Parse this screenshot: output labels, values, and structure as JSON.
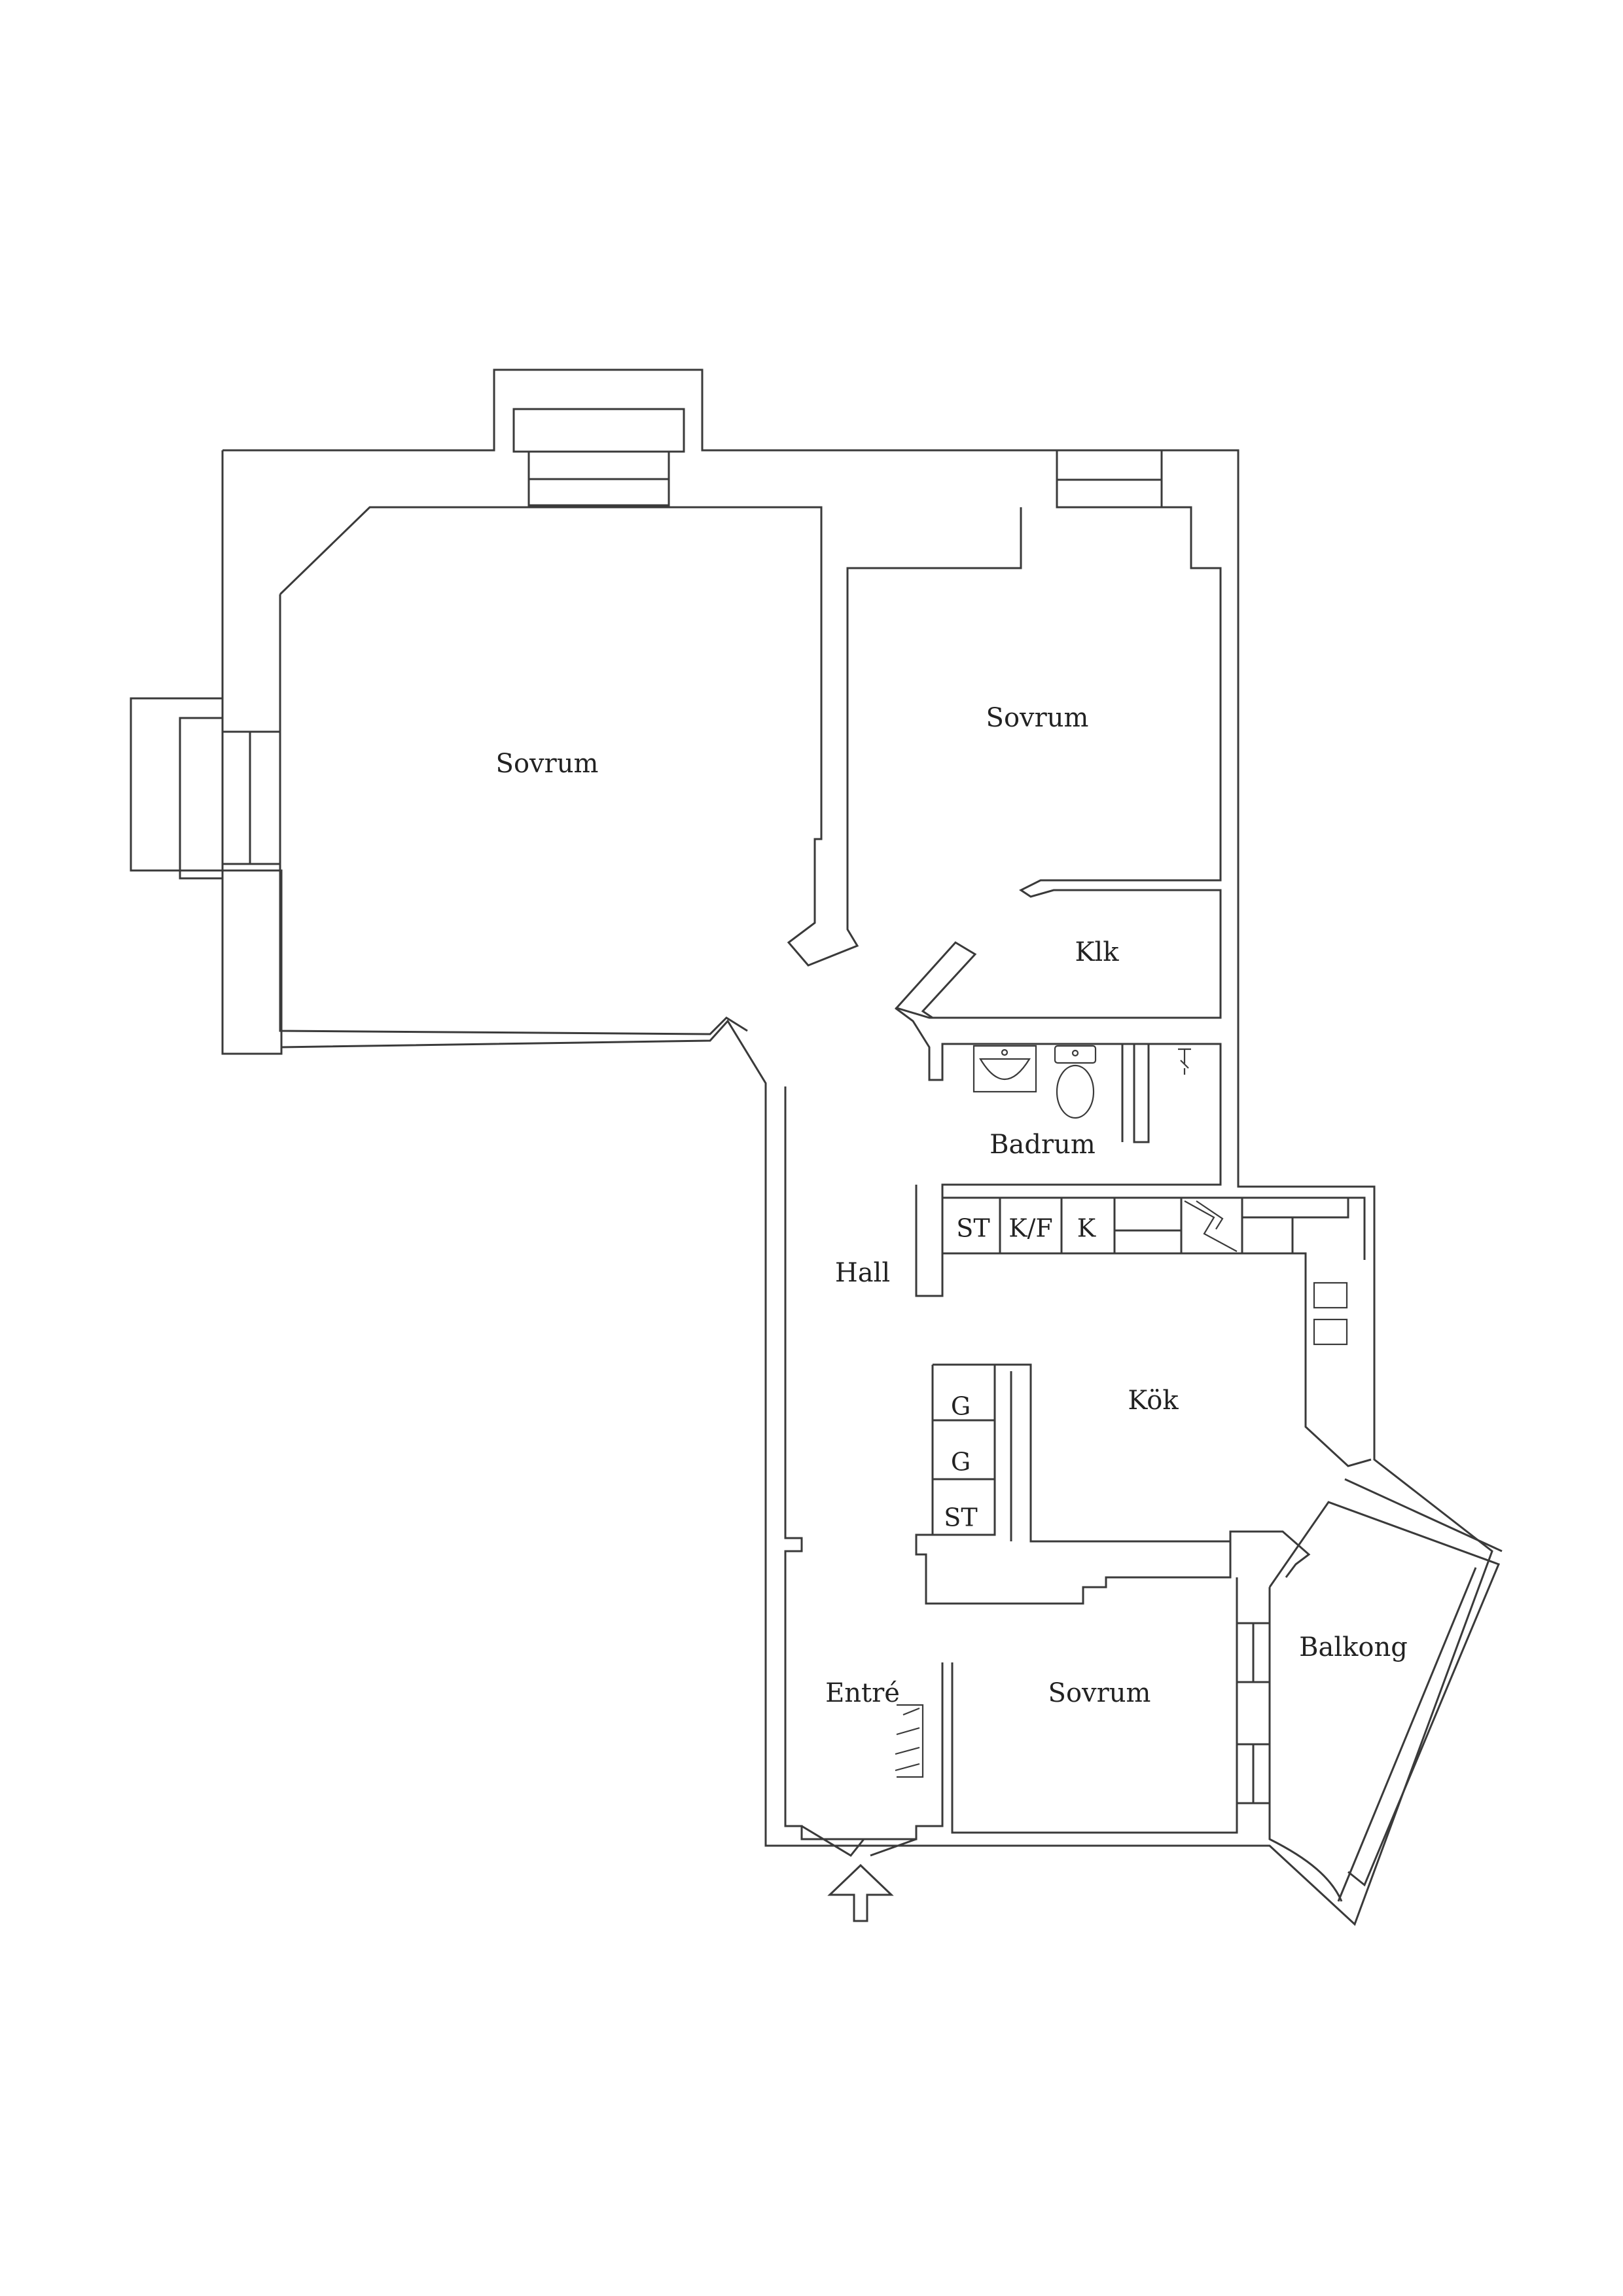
{
  "rooms": {
    "sovrum_large": "Sovrum",
    "sovrum_upper_right": "Sovrum",
    "klk": "Klk",
    "badrum": "Badrum",
    "hall": "Hall",
    "kok": "Kök",
    "entre": "Entré",
    "sovrum_lower": "Sovrum",
    "balkong": "Balkong"
  },
  "fixtures": {
    "st_top": "ST",
    "kf_top": "K/F",
    "k_top": "K",
    "g_one": "G",
    "g_two": "G",
    "st_bottom": "ST"
  },
  "icons": {
    "entrance": "entrance-arrow-icon",
    "sink": "sink-icon",
    "toilet": "toilet-icon",
    "shower": "shower-icon",
    "stove": "stove-icon",
    "electrical": "electrical-panel-icon"
  },
  "colors": {
    "line": "#3a3a3a",
    "background": "#ffffff"
  }
}
